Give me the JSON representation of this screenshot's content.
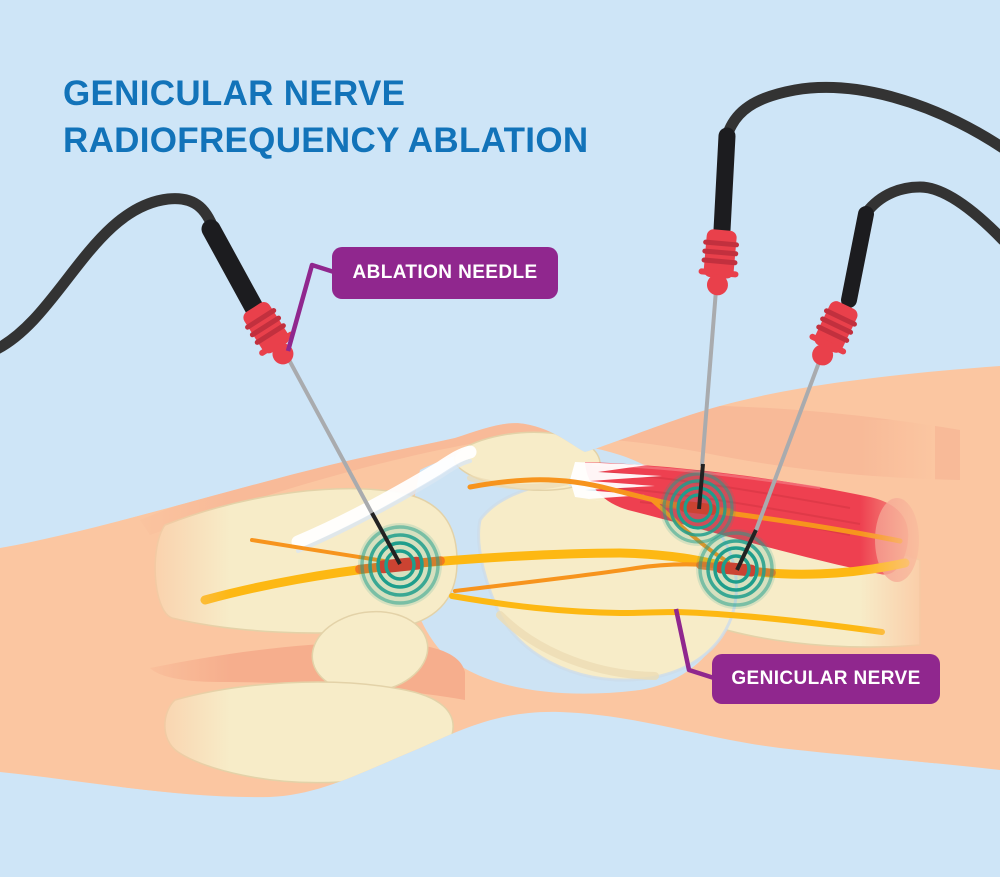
{
  "title": {
    "line1": "GENICULAR NERVE",
    "line2": "RADIOFREQUENCY ABLATION"
  },
  "callouts": {
    "ablation_needle": {
      "label": "ABLATION NEEDLE"
    },
    "genicular_nerve": {
      "label": "GENICULAR NERVE"
    }
  },
  "illustration": {
    "needle_count": 3,
    "ablation_site_count": 3,
    "parts": [
      "skin",
      "bone",
      "knee-joint-fluid",
      "patella",
      "muscle",
      "ligament",
      "genicular-nerves",
      "ablation-needles",
      "ablation-targets"
    ]
  },
  "colors": {
    "background": "#cee5f7",
    "title_blue": "#1273b9",
    "label_purple": "#90278e",
    "label_text": "#ffffff",
    "skin": "#fbc6a1",
    "skin_shade": "#f6ad90",
    "bone": "#f7ecc8",
    "joint_fluid": "#cde3f4",
    "nerve_yellow": "#fdb813",
    "nerve_orange": "#f7941d",
    "muscle_red": "#ee4050",
    "ligament_white": "#ffffff",
    "ablation_ring_teal": "#1e9e8c",
    "ablation_center_red": "#ea3323",
    "needle_cable_black": "#333333",
    "needle_hub_red": "#e9404b",
    "needle_shaft_gray": "#a9abae"
  }
}
